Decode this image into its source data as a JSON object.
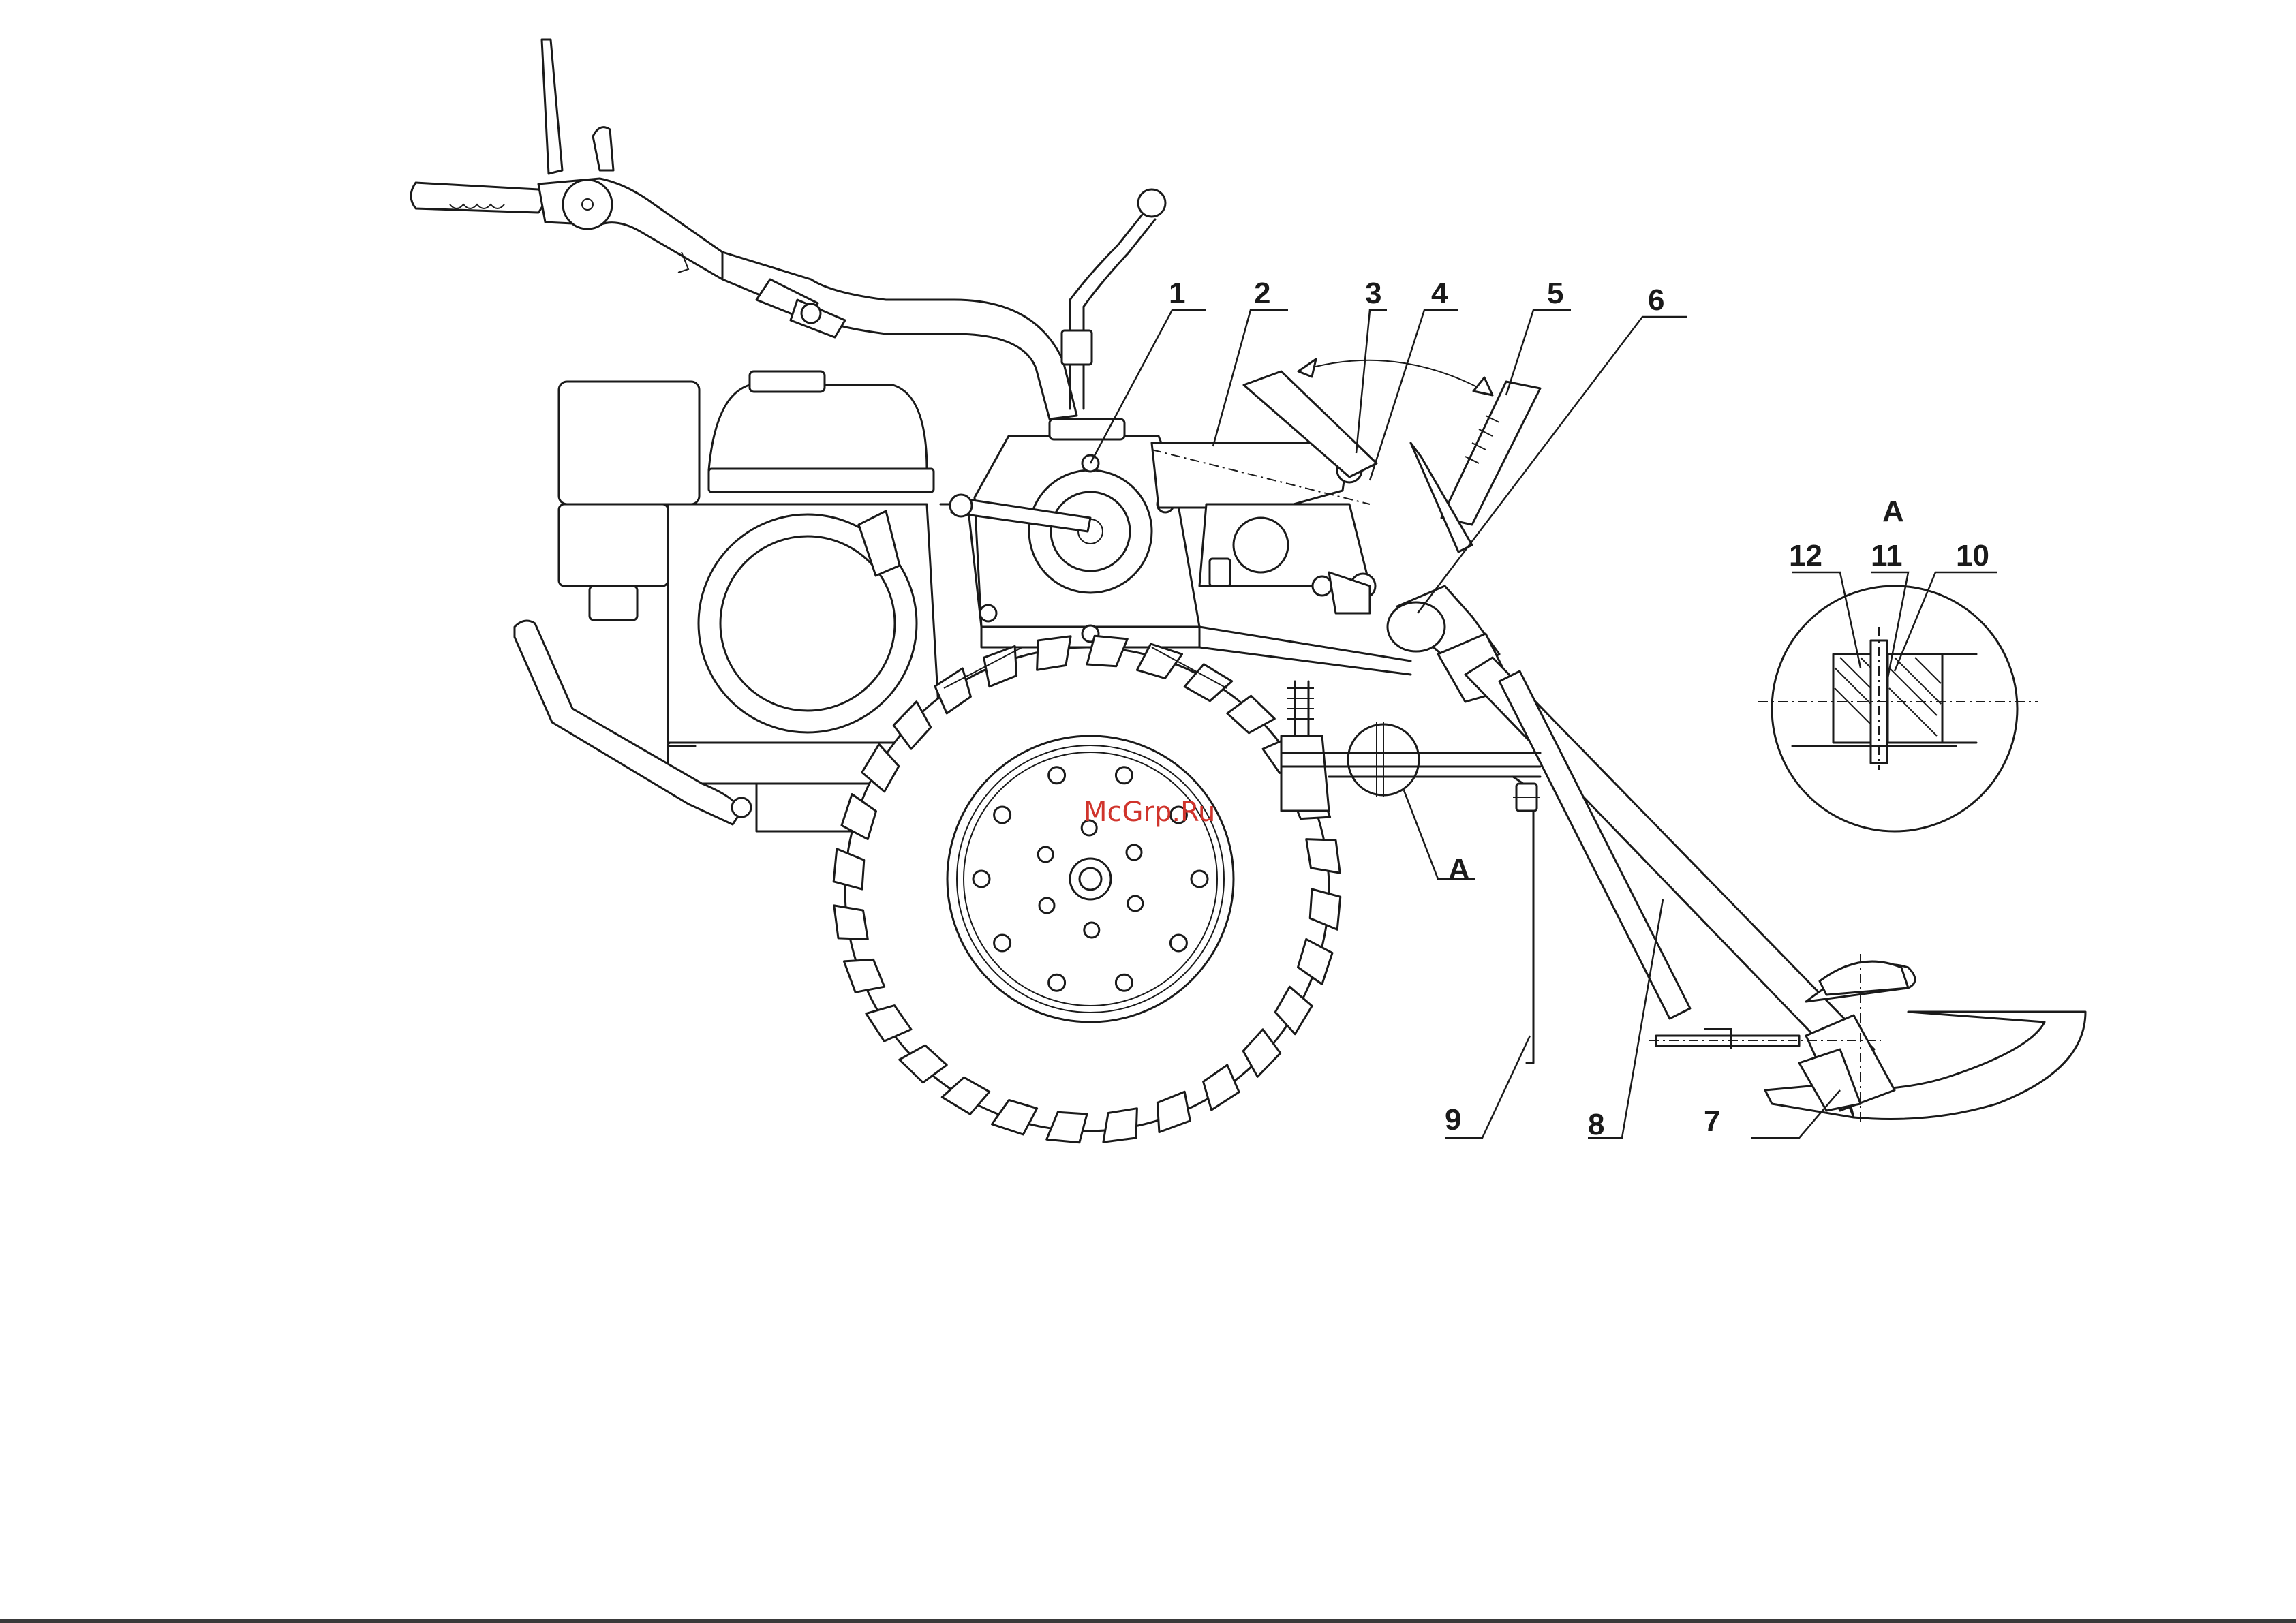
{
  "diagram": {
    "callouts": [
      "1",
      "2",
      "3",
      "4",
      "5",
      "6",
      "7",
      "8",
      "9",
      "10",
      "11",
      "12"
    ],
    "section_view_label": "A",
    "section_marker_label": "A"
  },
  "watermark": "McGrp.Ru"
}
